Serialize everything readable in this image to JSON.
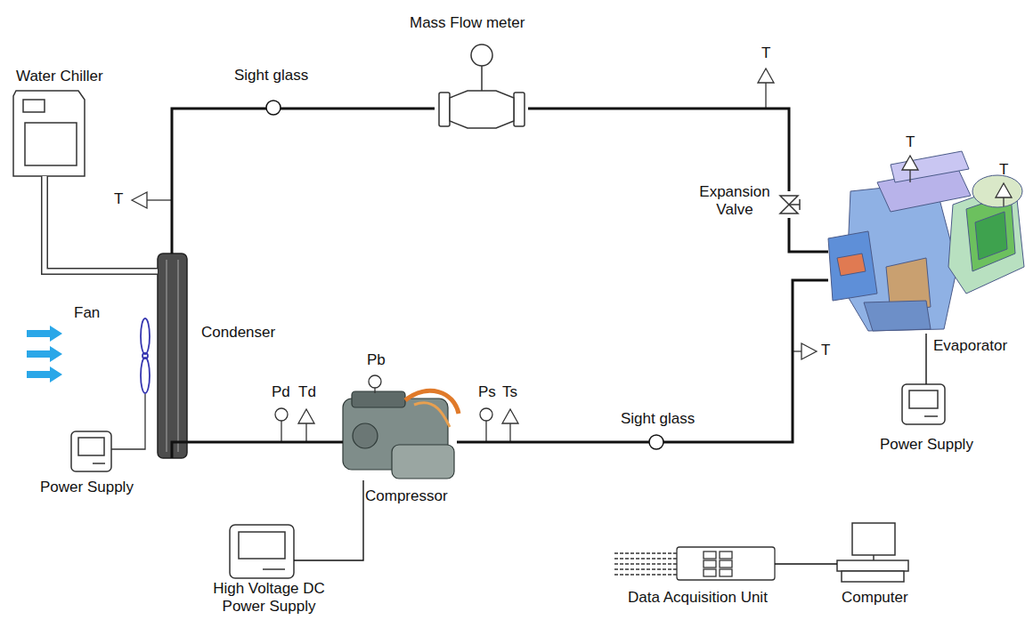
{
  "diagram": {
    "nodes": [
      {
        "text": [
          "Water Chiller"
        ]
      },
      {
        "text": [
          "Mass Flow meter"
        ]
      },
      {
        "text": [
          "Expansion Valve"
        ]
      },
      {
        "text": [
          "Condenser"
        ]
      },
      {
        "text": [
          "Evaporator"
        ]
      },
      {
        "text": [
          "Compressor"
        ]
      },
      {
        "text": [
          "Power Supply"
        ]
      },
      {
        "text": [
          "Power Supply"
        ]
      },
      {
        "text": [
          "High Voltage DC Power Supply"
        ]
      },
      {
        "text": [
          "Data Acquisition Unit"
        ]
      },
      {
        "text": [
          "Computer"
        ]
      }
    ],
    "edges": [
      {
        "from": 5,
        "to": 3,
        "arrow": "none"
      },
      {
        "from": 3,
        "to": 1,
        "arrow": "none"
      },
      {
        "from": 1,
        "to": 2,
        "arrow": "none"
      },
      {
        "from": 2,
        "to": 4,
        "arrow": "none"
      },
      {
        "from": 4,
        "to": 5,
        "arrow": "none"
      },
      {
        "from": 0,
        "to": 3,
        "arrow": "none"
      },
      {
        "from": 8,
        "to": 5,
        "arrow": "none"
      },
      {
        "from": 7,
        "to": 4,
        "arrow": "none"
      },
      {
        "from": 9,
        "to": 10,
        "arrow": "none"
      }
    ],
    "labels": [
      "Sight glass",
      "T",
      "T",
      "Fan",
      "T",
      "T",
      "T",
      "Pb",
      "Pd",
      "Td",
      "Ps",
      "Ts",
      "Sight glass"
    ]
  }
}
